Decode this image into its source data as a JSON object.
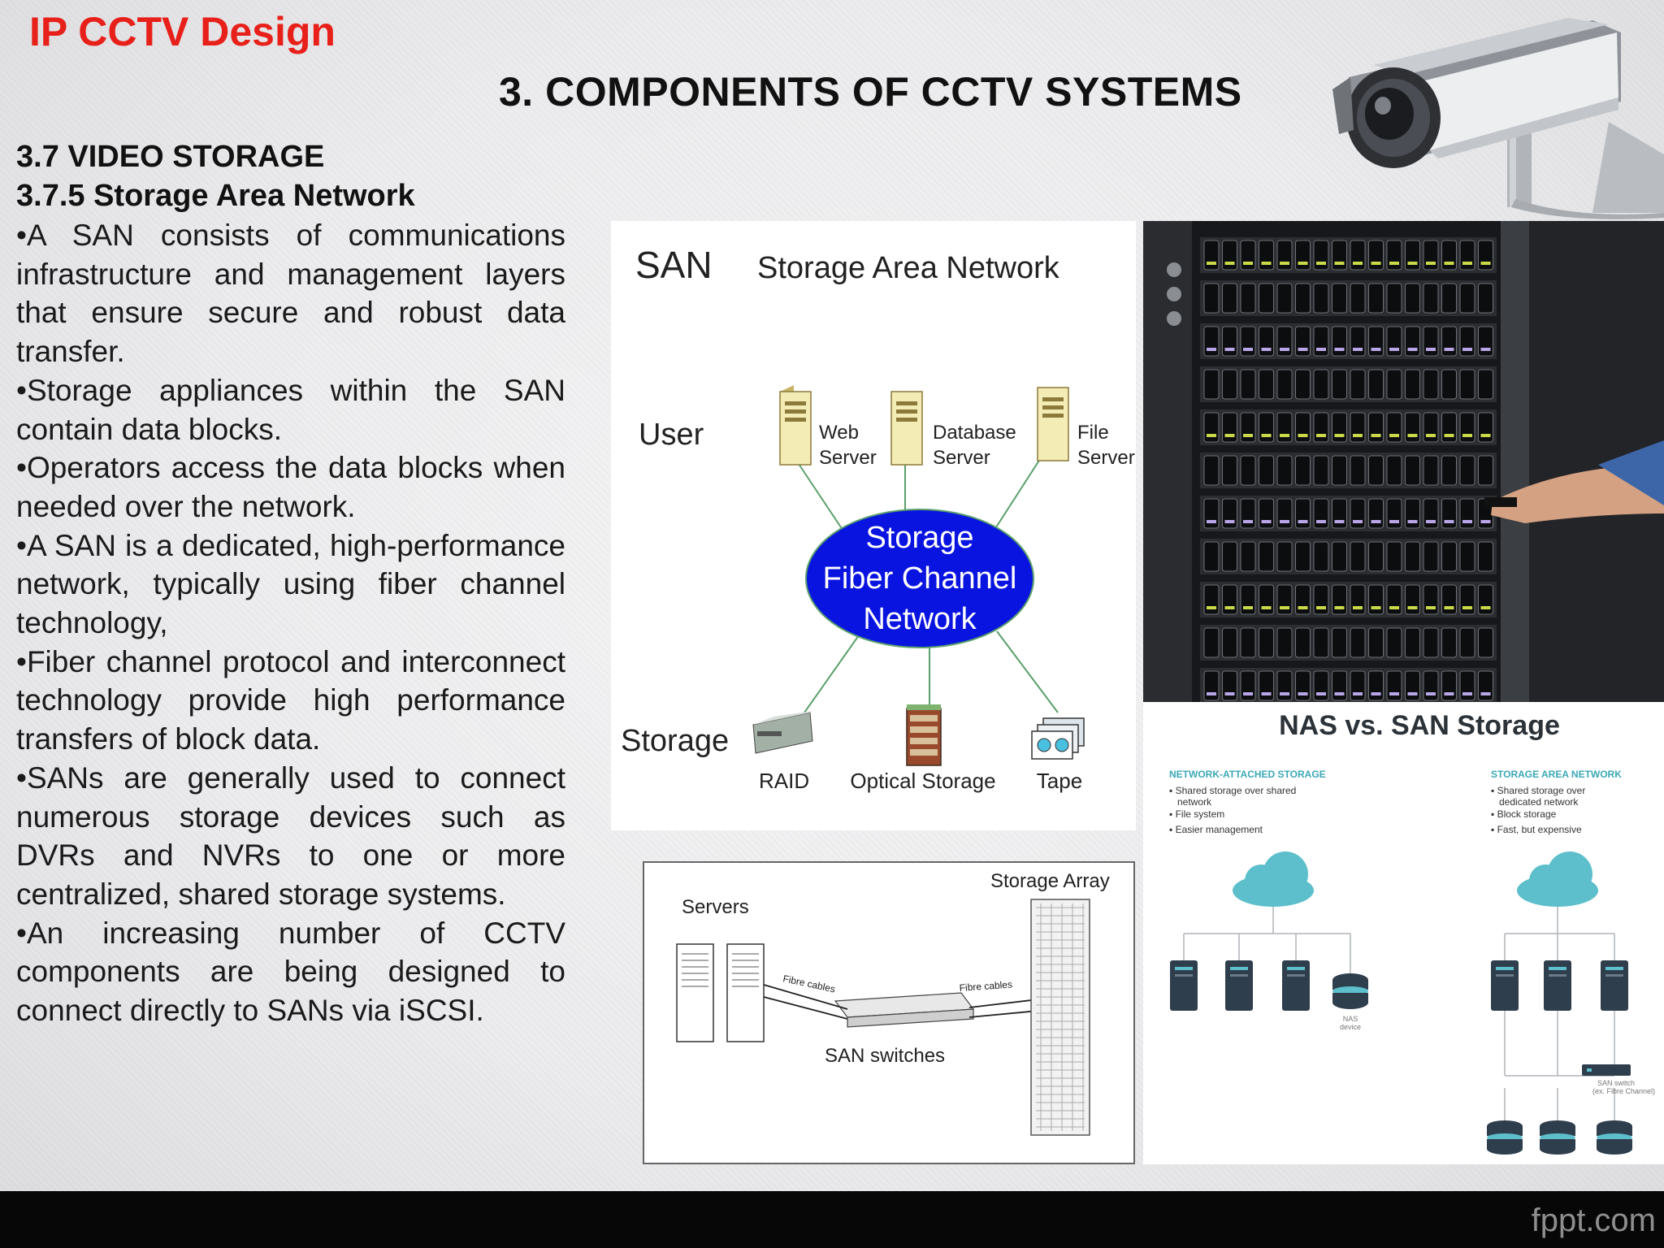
{
  "header": {
    "brand": "IP CCTV Design",
    "title": "3. COMPONENTS OF CCTV SYSTEMS"
  },
  "section": {
    "heading": "3.7 VIDEO STORAGE",
    "subheading": "3.7.5 Storage Area Network"
  },
  "bullets": [
    "•A SAN consists of communications infrastructure and management layers that ensure secure and robust data transfer.",
    "•Storage appliances within the SAN contain data blocks.",
    "•Operators access the data blocks when needed over the network.",
    "•A SAN is a dedicated, high-performance network, typically using fiber channel technology,",
    "•Fiber channel protocol and interconnect technology provide high performance transfers of block data.",
    "•SANs are generally used to connect numerous storage devices such as DVRs and NVRs to one or more centralized, shared storage systems.",
    "•An increasing number of CCTV components are being designed to connect directly to SANs via iSCSI."
  ],
  "san_diagram": {
    "abbr": "SAN",
    "title": "Storage Area Network",
    "row_user": "User",
    "row_storage": "Storage",
    "web_server": [
      "Web",
      "Server"
    ],
    "database_server": [
      "Database",
      "Server"
    ],
    "file_server": [
      "File",
      "Server"
    ],
    "center": [
      "Storage",
      "Fiber Channel",
      "Network"
    ],
    "raid": "RAID",
    "optical": "Optical Storage",
    "tape": "Tape"
  },
  "switch_diagram": {
    "storage_array": "Storage Array",
    "servers": "Servers",
    "fibre_left": "Fibre cables",
    "fibre_right": "Fibre cables",
    "switches": "SAN switches"
  },
  "nas_san": {
    "title": "NAS vs. SAN Storage",
    "nas_heading": "NETWORK-ATTACHED STORAGE",
    "nas_points": [
      "▪ Shared storage over shared",
      "network",
      "▪ File system",
      "▪ Easier management"
    ],
    "san_heading": "STORAGE AREA NETWORK",
    "san_points": [
      "▪ Shared storage over",
      "dedicated network",
      "▪ Block storage",
      "▪ Fast, but expensive"
    ],
    "nas_device": [
      "NAS",
      "device"
    ],
    "san_switch": [
      "SAN switch",
      "(ex. Fibre Channel)"
    ]
  },
  "footer": {
    "brand": "fppt.com"
  },
  "colors": {
    "brand_red": "#e8201a",
    "network_blue": "#0a14e0",
    "cloud_teal": "#5dbfcb",
    "icon_dark": "#2f3e4d"
  }
}
